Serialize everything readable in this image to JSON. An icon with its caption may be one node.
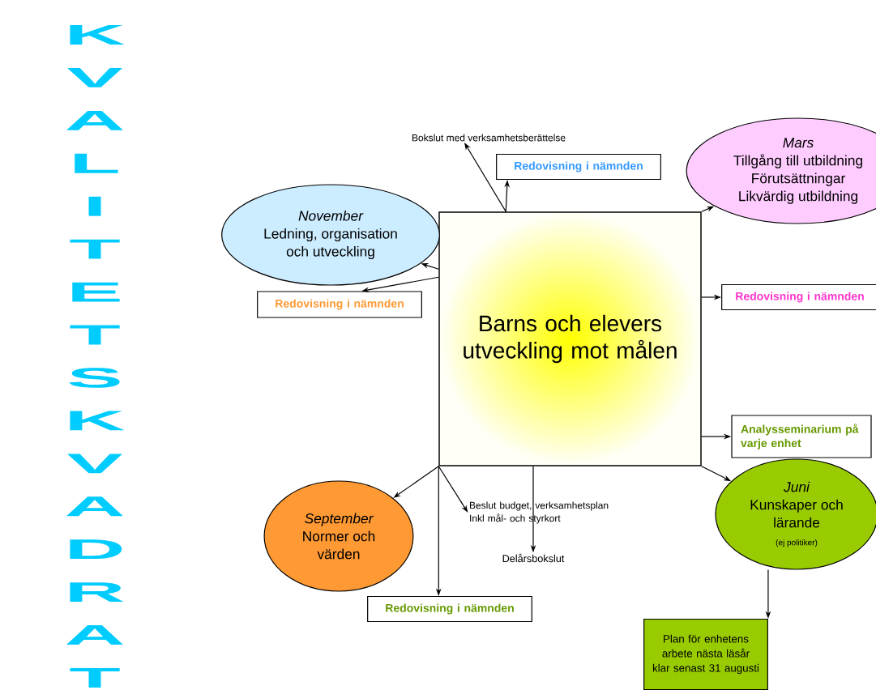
{
  "diagram": {
    "title": "KVALITETSKVADRAT",
    "nodes": [
      {
        "text": [
          "Barns och elevers utveckling mot målen"
        ]
      },
      {
        "text": [
          "November",
          "Ledning, organisation och utveckling"
        ]
      },
      {
        "text": [
          "Redovisning i nämnden"
        ]
      },
      {
        "text": [
          "Bokslut med verksamhetsberättelse"
        ]
      },
      {
        "text": [
          "Redovisning i nämnden"
        ]
      },
      {
        "text": [
          "Mars",
          "Tillgång till utbildning",
          "Förutsättningar",
          "Likvärdig utbildning"
        ]
      },
      {
        "text": [
          "Redovisning i nämnden"
        ]
      },
      {
        "text": [
          "Analysseminarium på varje enhet"
        ]
      },
      {
        "text": [
          "Juni",
          "Kunskaper och lärande",
          "(ej politiker)"
        ]
      },
      {
        "text": [
          "September",
          "Normer och värden"
        ]
      },
      {
        "text": [
          "Beslut budget, verksamhetsplan Inkl mål- och styrkort"
        ]
      },
      {
        "text": [
          "Delårsbokslut"
        ]
      },
      {
        "text": [
          "Redovisning i nämnden"
        ]
      },
      {
        "text": [
          "Plan för enhetens arbete nästa läsår klar senast 31 augusti"
        ]
      }
    ],
    "edges": [
      {
        "from": 0,
        "to": 1,
        "arrow": "to"
      },
      {
        "from": 0,
        "to": 2,
        "arrow": "to"
      },
      {
        "from": 0,
        "to": 3,
        "arrow": "to"
      },
      {
        "from": 0,
        "to": 4,
        "arrow": "to"
      },
      {
        "from": 0,
        "to": 5,
        "arrow": "to"
      },
      {
        "from": 0,
        "to": 6,
        "arrow": "to"
      },
      {
        "from": 0,
        "to": 7,
        "arrow": "to"
      },
      {
        "from": 0,
        "to": 8,
        "arrow": "to"
      },
      {
        "from": 0,
        "to": 9,
        "arrow": "to"
      },
      {
        "from": 0,
        "to": 10,
        "arrow": "to"
      },
      {
        "from": 0,
        "to": 11,
        "arrow": "to"
      },
      {
        "from": 0,
        "to": 12,
        "arrow": "to"
      },
      {
        "from": 8,
        "to": 13,
        "arrow": "to"
      }
    ]
  }
}
